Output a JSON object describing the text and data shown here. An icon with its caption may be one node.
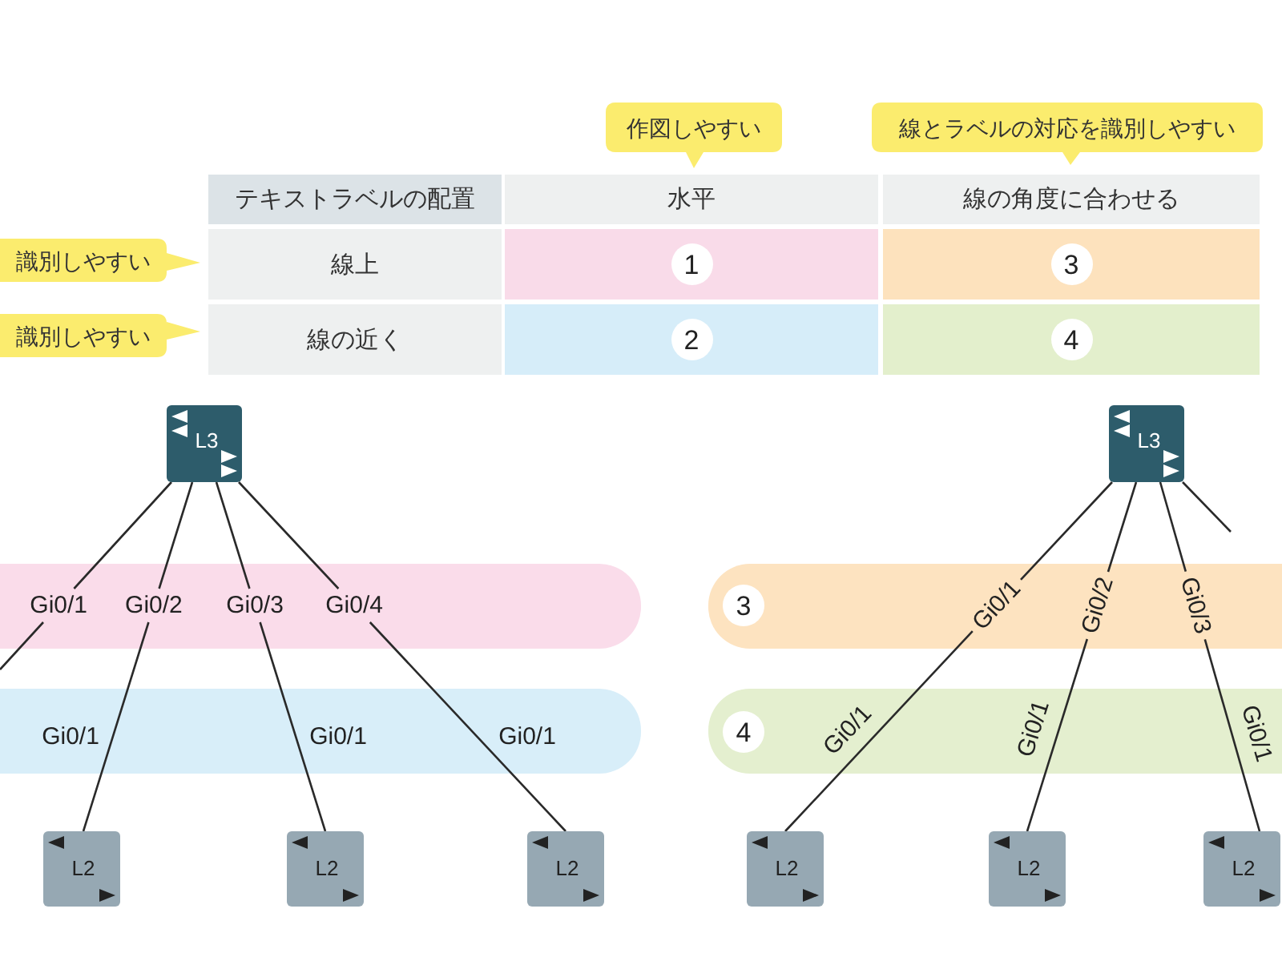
{
  "diagram": {
    "nodes": [
      {
        "text": [
          "作図しやすい"
        ]
      },
      {
        "text": [
          "線とラベルの対応を識別しやすい"
        ]
      },
      {
        "text": [
          "識別しやすい"
        ]
      },
      {
        "text": [
          "識別しやすい"
        ]
      },
      {
        "text": [
          "L3"
        ]
      },
      {
        "text": [
          "L3"
        ]
      },
      {
        "text": [
          "L2"
        ]
      },
      {
        "text": [
          "L2"
        ]
      },
      {
        "text": [
          "L2"
        ]
      },
      {
        "text": [
          "L2"
        ]
      },
      {
        "text": [
          "L2"
        ]
      },
      {
        "text": [
          "L2"
        ]
      }
    ],
    "edges": [
      {
        "from": 4,
        "to": null,
        "arrow": "none",
        "label": "Gi0/1"
      },
      {
        "from": 4,
        "to": 6,
        "arrow": "none",
        "label": "Gi0/2"
      },
      {
        "from": 4,
        "to": 7,
        "arrow": "none",
        "label": "Gi0/3"
      },
      {
        "from": 4,
        "to": 8,
        "arrow": "none",
        "label": "Gi0/4"
      },
      {
        "from": 5,
        "to": 9,
        "arrow": "none",
        "label": "Gi0/1"
      },
      {
        "from": 5,
        "to": 10,
        "arrow": "none",
        "label": "Gi0/2"
      },
      {
        "from": 5,
        "to": 11,
        "arrow": "none",
        "label": "Gi0/3"
      },
      {
        "from": 5,
        "to": null,
        "arrow": "none"
      }
    ],
    "labels": [
      "テキストラベルの配置",
      "水平",
      "線の角度に合わせる",
      "線上",
      "1",
      "3",
      "線の近く",
      "2",
      "4",
      "3",
      "Gi0/1",
      "Gi0/1",
      "Gi0/1",
      "4",
      "Gi0/1",
      "Gi0/1",
      "Gi0/1"
    ]
  }
}
